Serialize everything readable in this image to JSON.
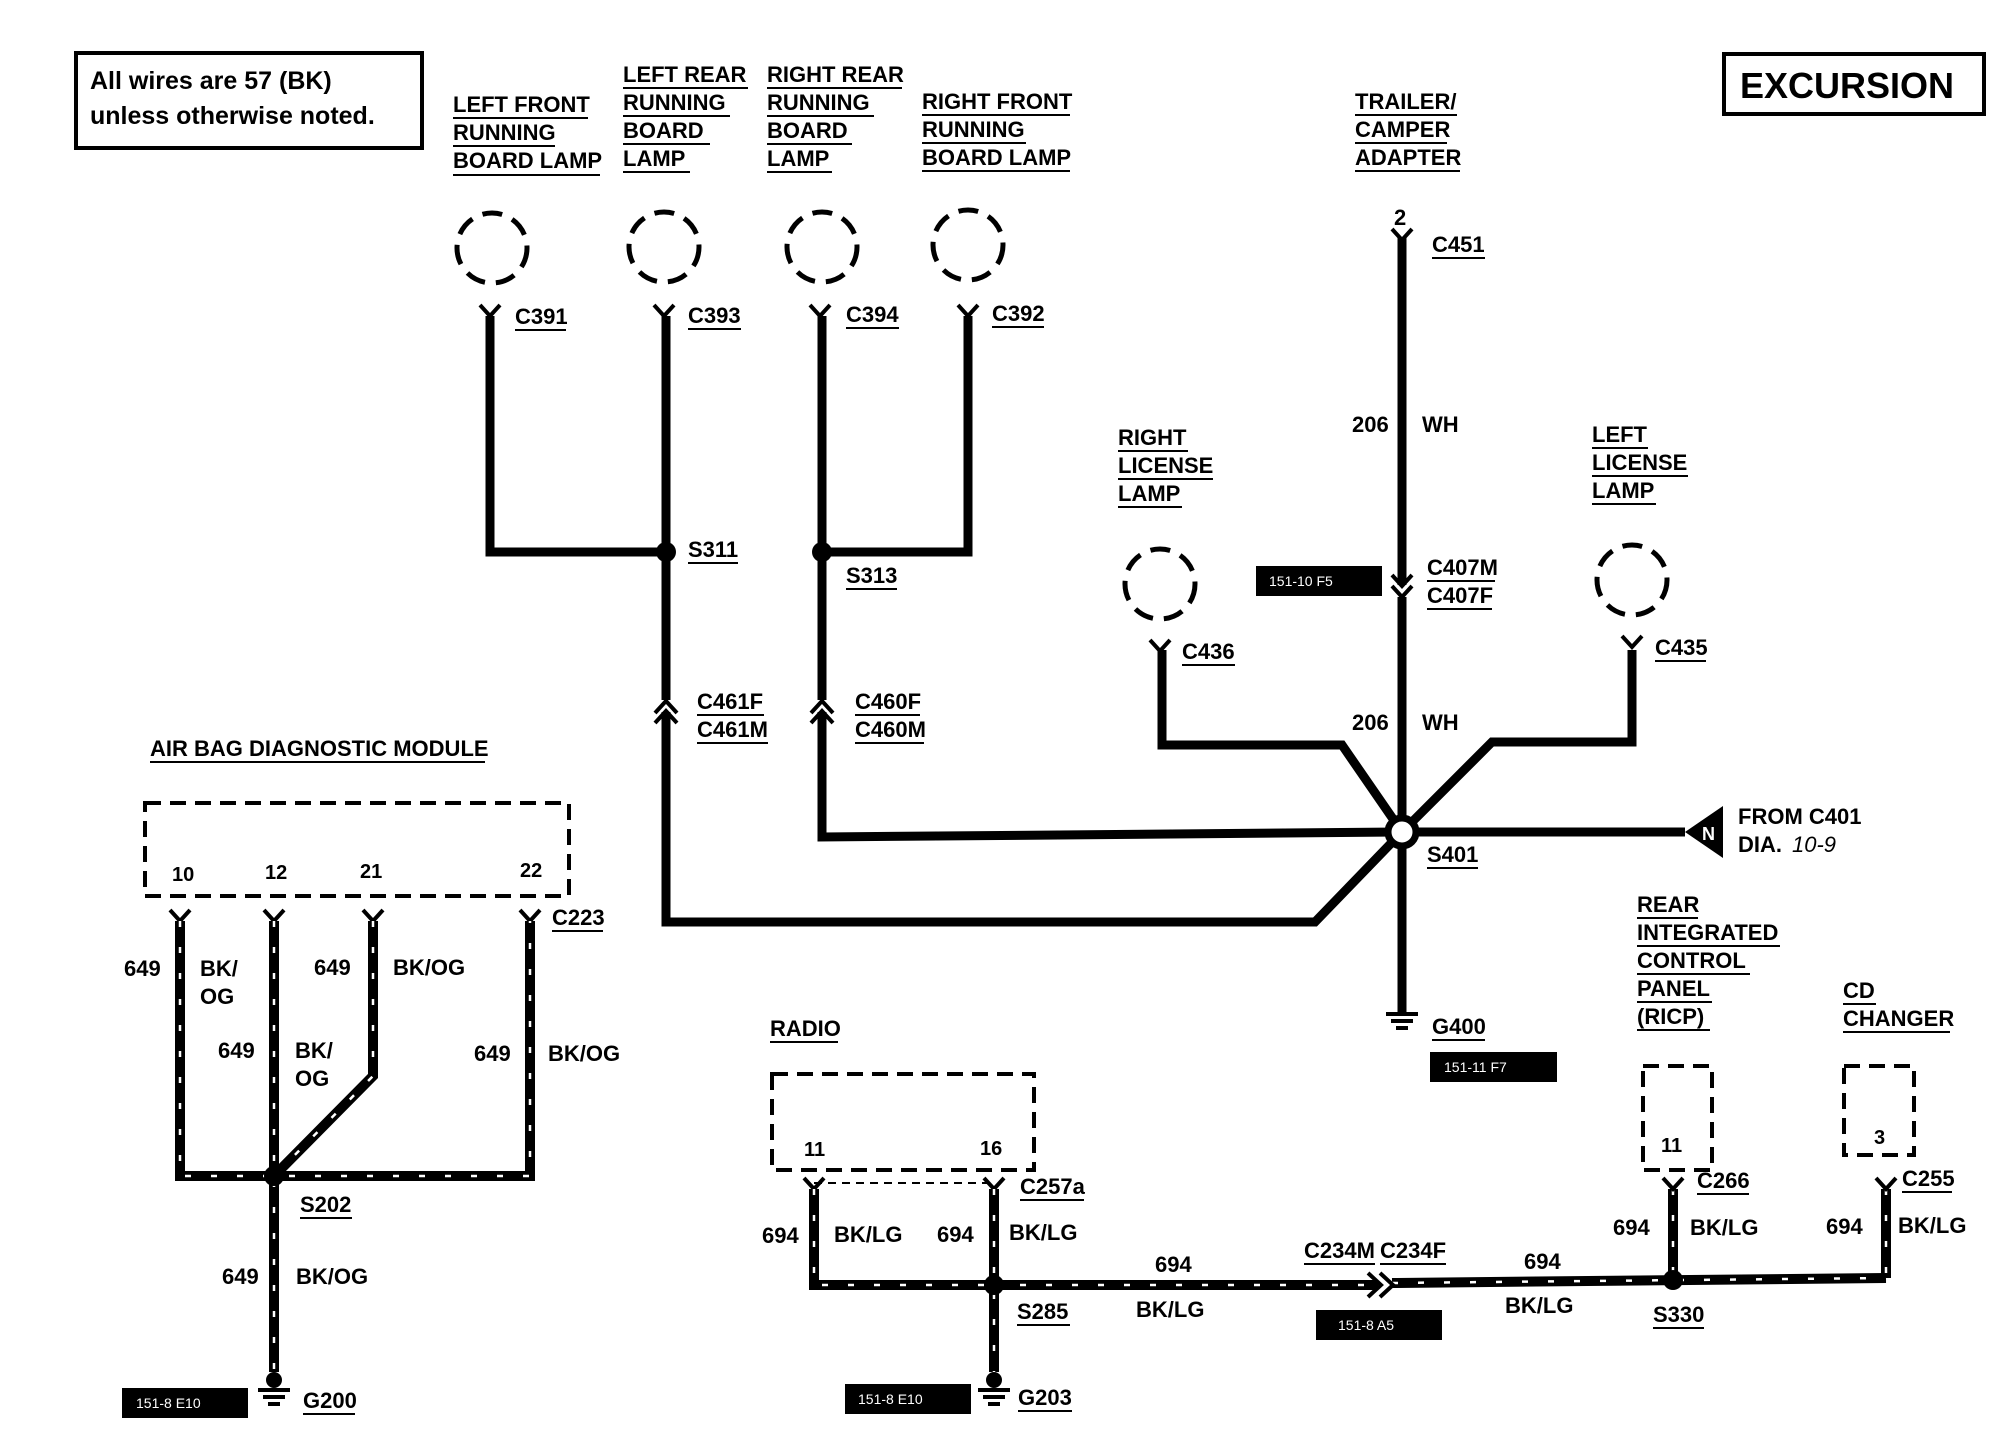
{
  "note": {
    "line1": "All wires are 57 (BK)",
    "line2": "unless otherwise noted."
  },
  "vehicle": "EXCURSION",
  "components": {
    "lf_lamp": [
      "LEFT FRONT",
      "RUNNING",
      "BOARD LAMP"
    ],
    "lr_lamp": [
      "LEFT REAR",
      "RUNNING",
      "BOARD",
      "LAMP"
    ],
    "rr_lamp": [
      "RIGHT REAR",
      "RUNNING",
      "BOARD",
      "LAMP"
    ],
    "rf_lamp": [
      "RIGHT FRONT",
      "RUNNING",
      "BOARD LAMP"
    ],
    "trailer": [
      "TRAILER/",
      "CAMPER",
      "ADAPTER"
    ],
    "right_license": [
      "RIGHT",
      "LICENSE",
      "LAMP"
    ],
    "left_license": [
      "LEFT",
      "LICENSE",
      "LAMP"
    ],
    "airbag": "AIR BAG DIAGNOSTIC MODULE",
    "radio": "RADIO",
    "ricp": [
      "REAR",
      "INTEGRATED",
      "CONTROL",
      "PANEL",
      "(RICP)"
    ],
    "cd": [
      "CD",
      "CHANGER"
    ]
  },
  "connectors": {
    "c391": "C391",
    "c393": "C393",
    "c394": "C394",
    "c392": "C392",
    "c451": "C451",
    "c451_pin": "2",
    "c407m": "C407M",
    "c407f": "C407F",
    "c436": "C436",
    "c435": "C435",
    "c461f": "C461F",
    "c461m": "C461M",
    "c460f": "C460F",
    "c460m": "C460M",
    "c223": "C223",
    "c257a": "C257a",
    "c266": "C266",
    "c255": "C255",
    "c234m": "C234M",
    "c234f": "C234F"
  },
  "splices": {
    "s311": "S311",
    "s313": "S313",
    "s401": "S401",
    "s202": "S202",
    "s285": "S285",
    "s330": "S330"
  },
  "grounds": {
    "g400": "G400",
    "g200": "G200",
    "g203": "G203"
  },
  "refs": {
    "c407": "151-10 F5",
    "g400": "151-11 F7",
    "g200": "151-8 E10",
    "g203": "151-8 E10",
    "c234": "151-8 A5"
  },
  "circuits": {
    "wh_num": "206",
    "wh_color": "WH",
    "bkog_num": "649",
    "bkog_color": "BK/OG",
    "bkog_split1": "BK/",
    "bkog_split2": "OG",
    "bklg_num": "694",
    "bklg_color": "BK/LG"
  },
  "pins": {
    "airbag": [
      "10",
      "12",
      "21",
      "22"
    ],
    "radio": [
      "11",
      "16"
    ],
    "ricp": "11",
    "cd": "3"
  },
  "from_c401": {
    "symbol": "N",
    "line1": "FROM C401",
    "line2": "DIA.",
    "page": "10-9"
  }
}
